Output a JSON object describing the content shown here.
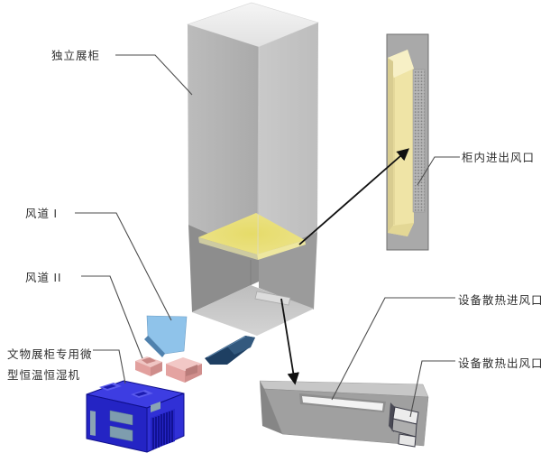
{
  "figure": {
    "type": "technical-diagram",
    "title_note": "museum showcase micro climate-control machine airflow diagram",
    "labels": {
      "cabinet": "独立展柜",
      "duct1": "风道 I",
      "duct2": "风道 II",
      "machine": "文物展柜专用微型恒温恒湿机",
      "cabinet_vent": "柜内进出风口",
      "heat_inlet": "设备散热进风口",
      "heat_outlet": "设备散热出风口"
    },
    "colors": {
      "background": "#ffffff",
      "cabinet_gray_left": "#b4b4b4",
      "cabinet_gray_right": "#c4c4c4",
      "cabinet_dark_band": "#8d8d8d",
      "deck_yellow": "#e8de72",
      "duct1_blue": "#8fc3ea",
      "duct2_pink": "#e9aaa8",
      "connector_navy": "#1e3f62",
      "machine_blue": "#2a2ace",
      "vent_teal": "#7e9dae",
      "panel_cream": "#efe4a6",
      "frame_gray": "#a9a9a9",
      "base_gray": "#a0a0a0",
      "line_color": "#4d4d4d",
      "arrow_color": "#111111",
      "text_color": "#2e2e2e"
    }
  }
}
